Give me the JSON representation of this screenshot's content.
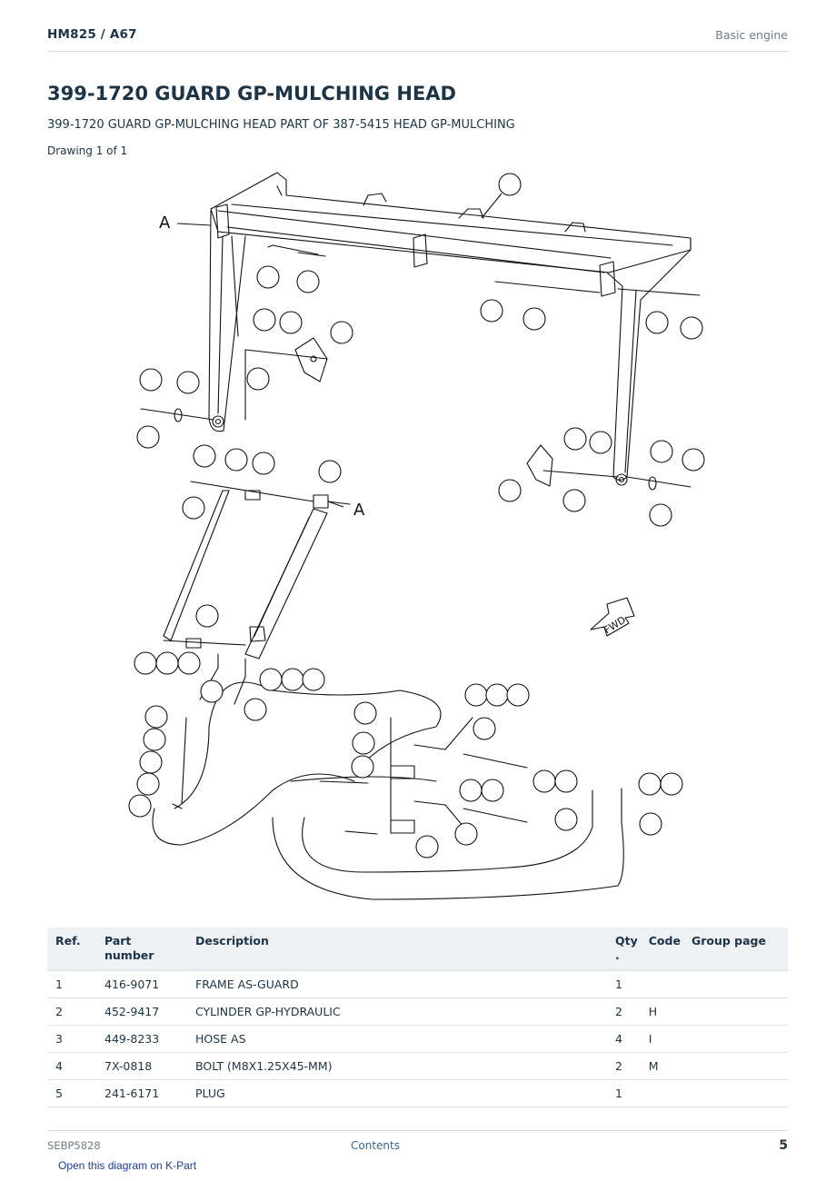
{
  "header": {
    "model": "HM825  /  A67",
    "section": "Basic engine"
  },
  "title": "399-1720 GUARD GP-MULCHING HEAD",
  "subtitle": "399-1720 GUARD GP-MULCHING HEAD PART OF 387-5415 HEAD GP-MULCHING",
  "drawing_count": "Drawing 1 of 1",
  "diagram": {
    "label_a_1": "A",
    "label_a_2": "A",
    "fwd_label": "FWD"
  },
  "table": {
    "headers": {
      "ref": "Ref.",
      "part_number": "Part number",
      "description": "Description",
      "qty": "Qty .",
      "code": "Code",
      "group_page": "Group page"
    },
    "rows": [
      {
        "ref": "1",
        "part_number": "416-9071",
        "description": "FRAME AS-GUARD",
        "qty": "1",
        "code": ""
      },
      {
        "ref": "2",
        "part_number": "452-9417",
        "description": "CYLINDER GP-HYDRAULIC",
        "qty": "2",
        "code": "H"
      },
      {
        "ref": "3",
        "part_number": "449-8233",
        "description": "HOSE AS",
        "qty": "4",
        "code": "I"
      },
      {
        "ref": "4",
        "part_number": "7X-0818",
        "description": "BOLT (M8X1.25X45-MM)",
        "qty": "2",
        "code": "M"
      },
      {
        "ref": "5",
        "part_number": "241-6171",
        "description": "PLUG",
        "qty": "1",
        "code": ""
      }
    ]
  },
  "footer": {
    "doc_id": "SEBP5828",
    "contents": "Contents",
    "page": "5"
  },
  "kpart_link": "Open this diagram on K-Part"
}
